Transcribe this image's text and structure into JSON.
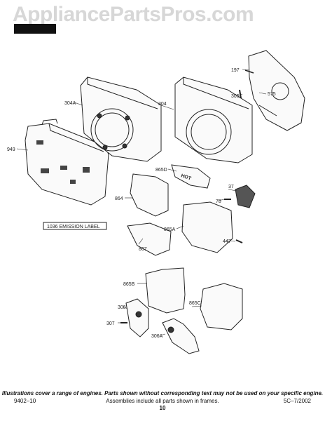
{
  "watermark": "AppliancePartsPros.com",
  "model_code": "",
  "emission_label": "1036 EMISSION LABEL",
  "callouts": {
    "c197": "197",
    "c575": "575",
    "c305": "305",
    "c304a": "304A",
    "c304": "304",
    "c949": "949",
    "c865d": "865D",
    "c864": "864",
    "c37": "37",
    "c78": "78",
    "c865a": "865A",
    "c447": "447",
    "c867": "867",
    "c865b": "865B",
    "c308": "308",
    "c865c": "865C",
    "c307": "307",
    "c306a": "306A"
  },
  "hot_label": "HOT",
  "footer": {
    "disclaimer": "Illustrations cover a range of engines. Parts shown without corresponding text may not be used on your specific engine.",
    "left_code": "9402–10",
    "center_text": "Assemblies include all parts shown in frames.",
    "right_code": "5C–7/2002",
    "page_number": "10"
  }
}
